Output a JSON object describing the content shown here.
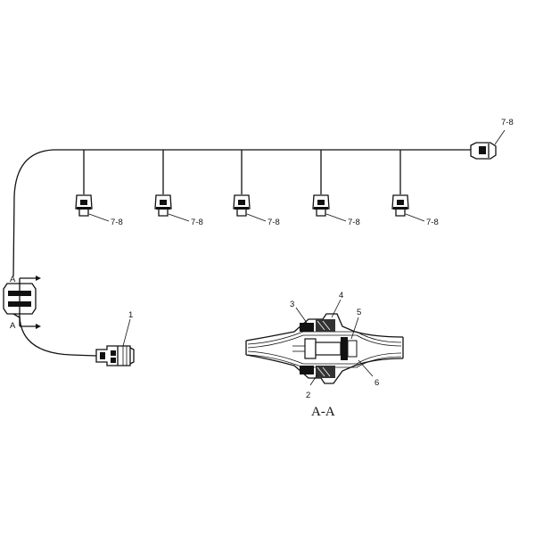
{
  "diagram": {
    "callouts": {
      "top_right": "7-8",
      "branch_1": "7-8",
      "branch_2": "7-8",
      "branch_3": "7-8",
      "branch_4": "7-8",
      "branch_5": "7-8",
      "part_1": "1",
      "part_2": "2",
      "part_3": "3",
      "part_4": "4",
      "part_5": "5",
      "part_6": "6"
    },
    "section_marker_top": "A",
    "section_marker_bottom": "A",
    "section_title": "A-A"
  }
}
